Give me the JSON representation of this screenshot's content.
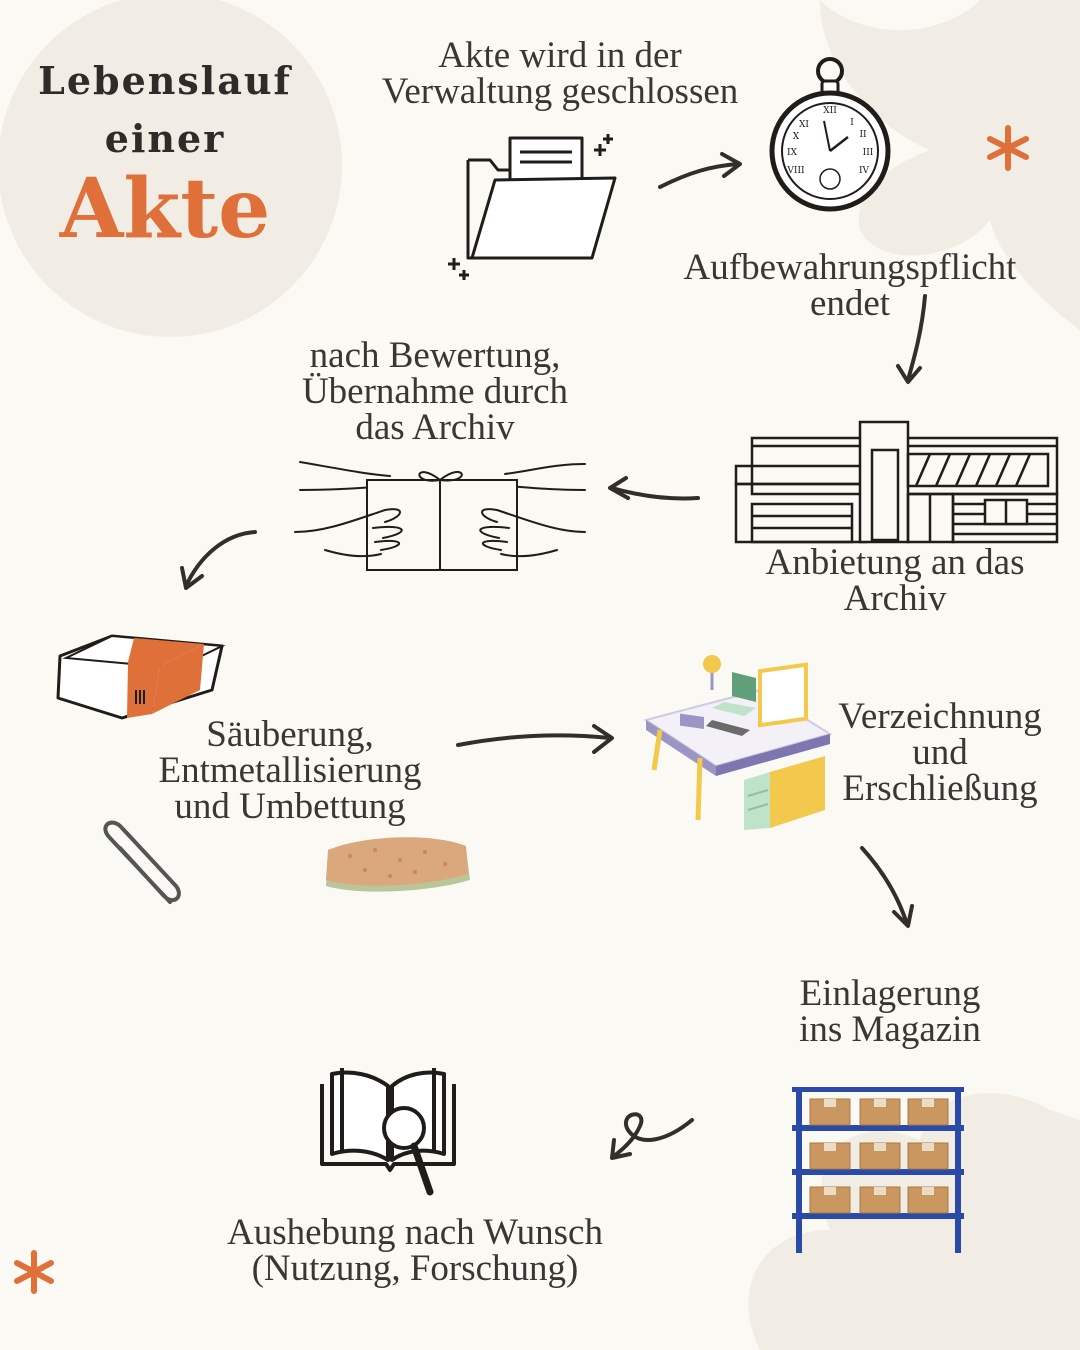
{
  "title": {
    "line1": "Lebenslauf",
    "line2": "einer",
    "line3": "Akte"
  },
  "steps": [
    {
      "line1": "Akte wird in der",
      "line2": "Verwaltung geschlossen"
    },
    {
      "line1": "Aufbewahrungspflicht",
      "line2": "endet"
    },
    {
      "line1": "Anbietung an das",
      "line2": "Archiv"
    },
    {
      "line1": "nach Bewertung,",
      "line2": "Übernahme durch",
      "line3": "das Archiv"
    },
    {
      "line1": "Säuberung,",
      "line2": "Entmetallisierung",
      "line3": "und Umbettung"
    },
    {
      "line1": "Verzeichnung",
      "line2": "und",
      "line3": "Erschließung"
    },
    {
      "line1": "Einlagerung",
      "line2": "ins Magazin"
    },
    {
      "line1": "Aushebung nach Wunsch",
      "line2": "(Nutzung, Forschung)"
    }
  ],
  "colors": {
    "background": "#fbf9f4",
    "blob": "#f1ede4",
    "accent": "#e0703a",
    "text": "#3a3633"
  }
}
